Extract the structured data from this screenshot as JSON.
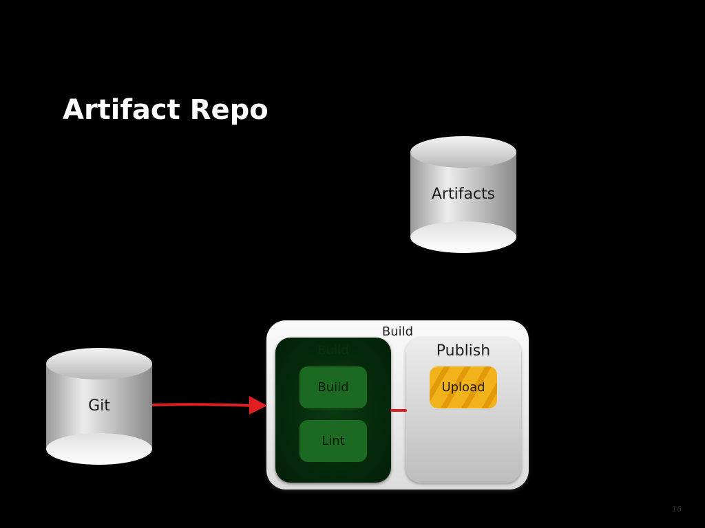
{
  "slide": {
    "title": "Artifact Repo",
    "page_number": "16"
  },
  "diagram": {
    "databases": [
      {
        "label": "Artifacts"
      },
      {
        "label": "Git"
      }
    ],
    "pipeline": {
      "label": "Build",
      "stages": [
        {
          "label": "Build",
          "jobs": [
            "Build",
            "Lint"
          ],
          "color": "#1c6a22"
        },
        {
          "label": "Publish",
          "jobs": [
            "Upload"
          ],
          "color": "#f2b21a"
        }
      ]
    },
    "arrow_color": "#e02020"
  }
}
